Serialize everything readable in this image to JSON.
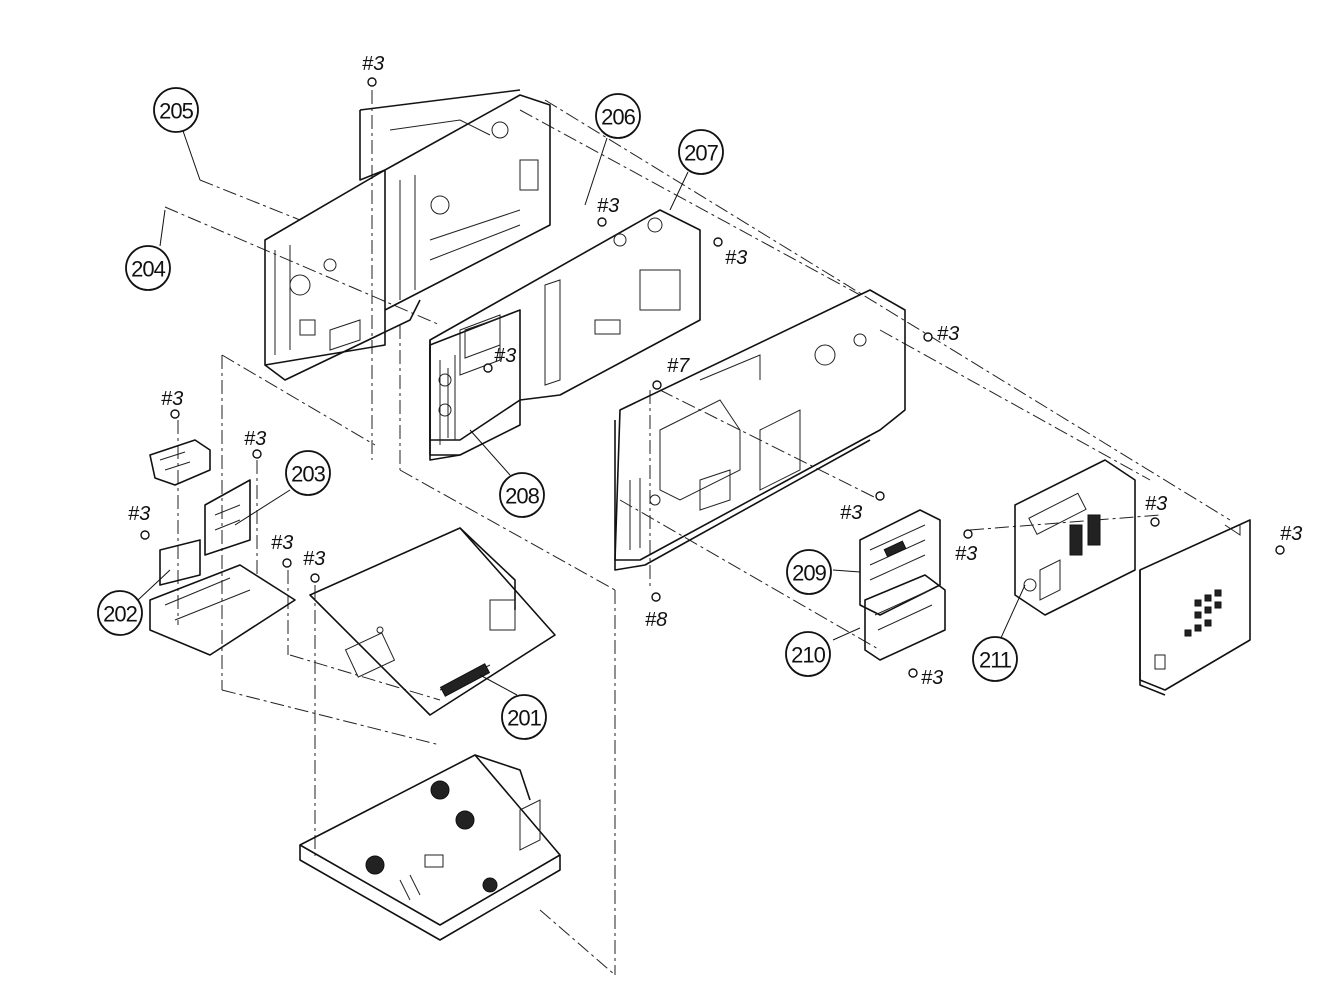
{
  "callouts": [
    {
      "label": "201"
    },
    {
      "label": "202"
    },
    {
      "label": "203"
    },
    {
      "label": "204"
    },
    {
      "label": "205"
    },
    {
      "label": "206"
    },
    {
      "label": "207"
    },
    {
      "label": "208"
    },
    {
      "label": "209"
    },
    {
      "label": "210"
    },
    {
      "label": "211"
    }
  ],
  "screws": [
    {
      "label": "#3"
    },
    {
      "label": "#3"
    },
    {
      "label": "#3"
    },
    {
      "label": "#3"
    },
    {
      "label": "#3"
    },
    {
      "label": "#3"
    },
    {
      "label": "#3"
    },
    {
      "label": "#3"
    },
    {
      "label": "#3"
    },
    {
      "label": "#3"
    },
    {
      "label": "#3"
    },
    {
      "label": "#3"
    },
    {
      "label": "#3"
    },
    {
      "label": "#3"
    },
    {
      "label": "#3"
    },
    {
      "label": "#7"
    },
    {
      "label": "#8"
    }
  ]
}
